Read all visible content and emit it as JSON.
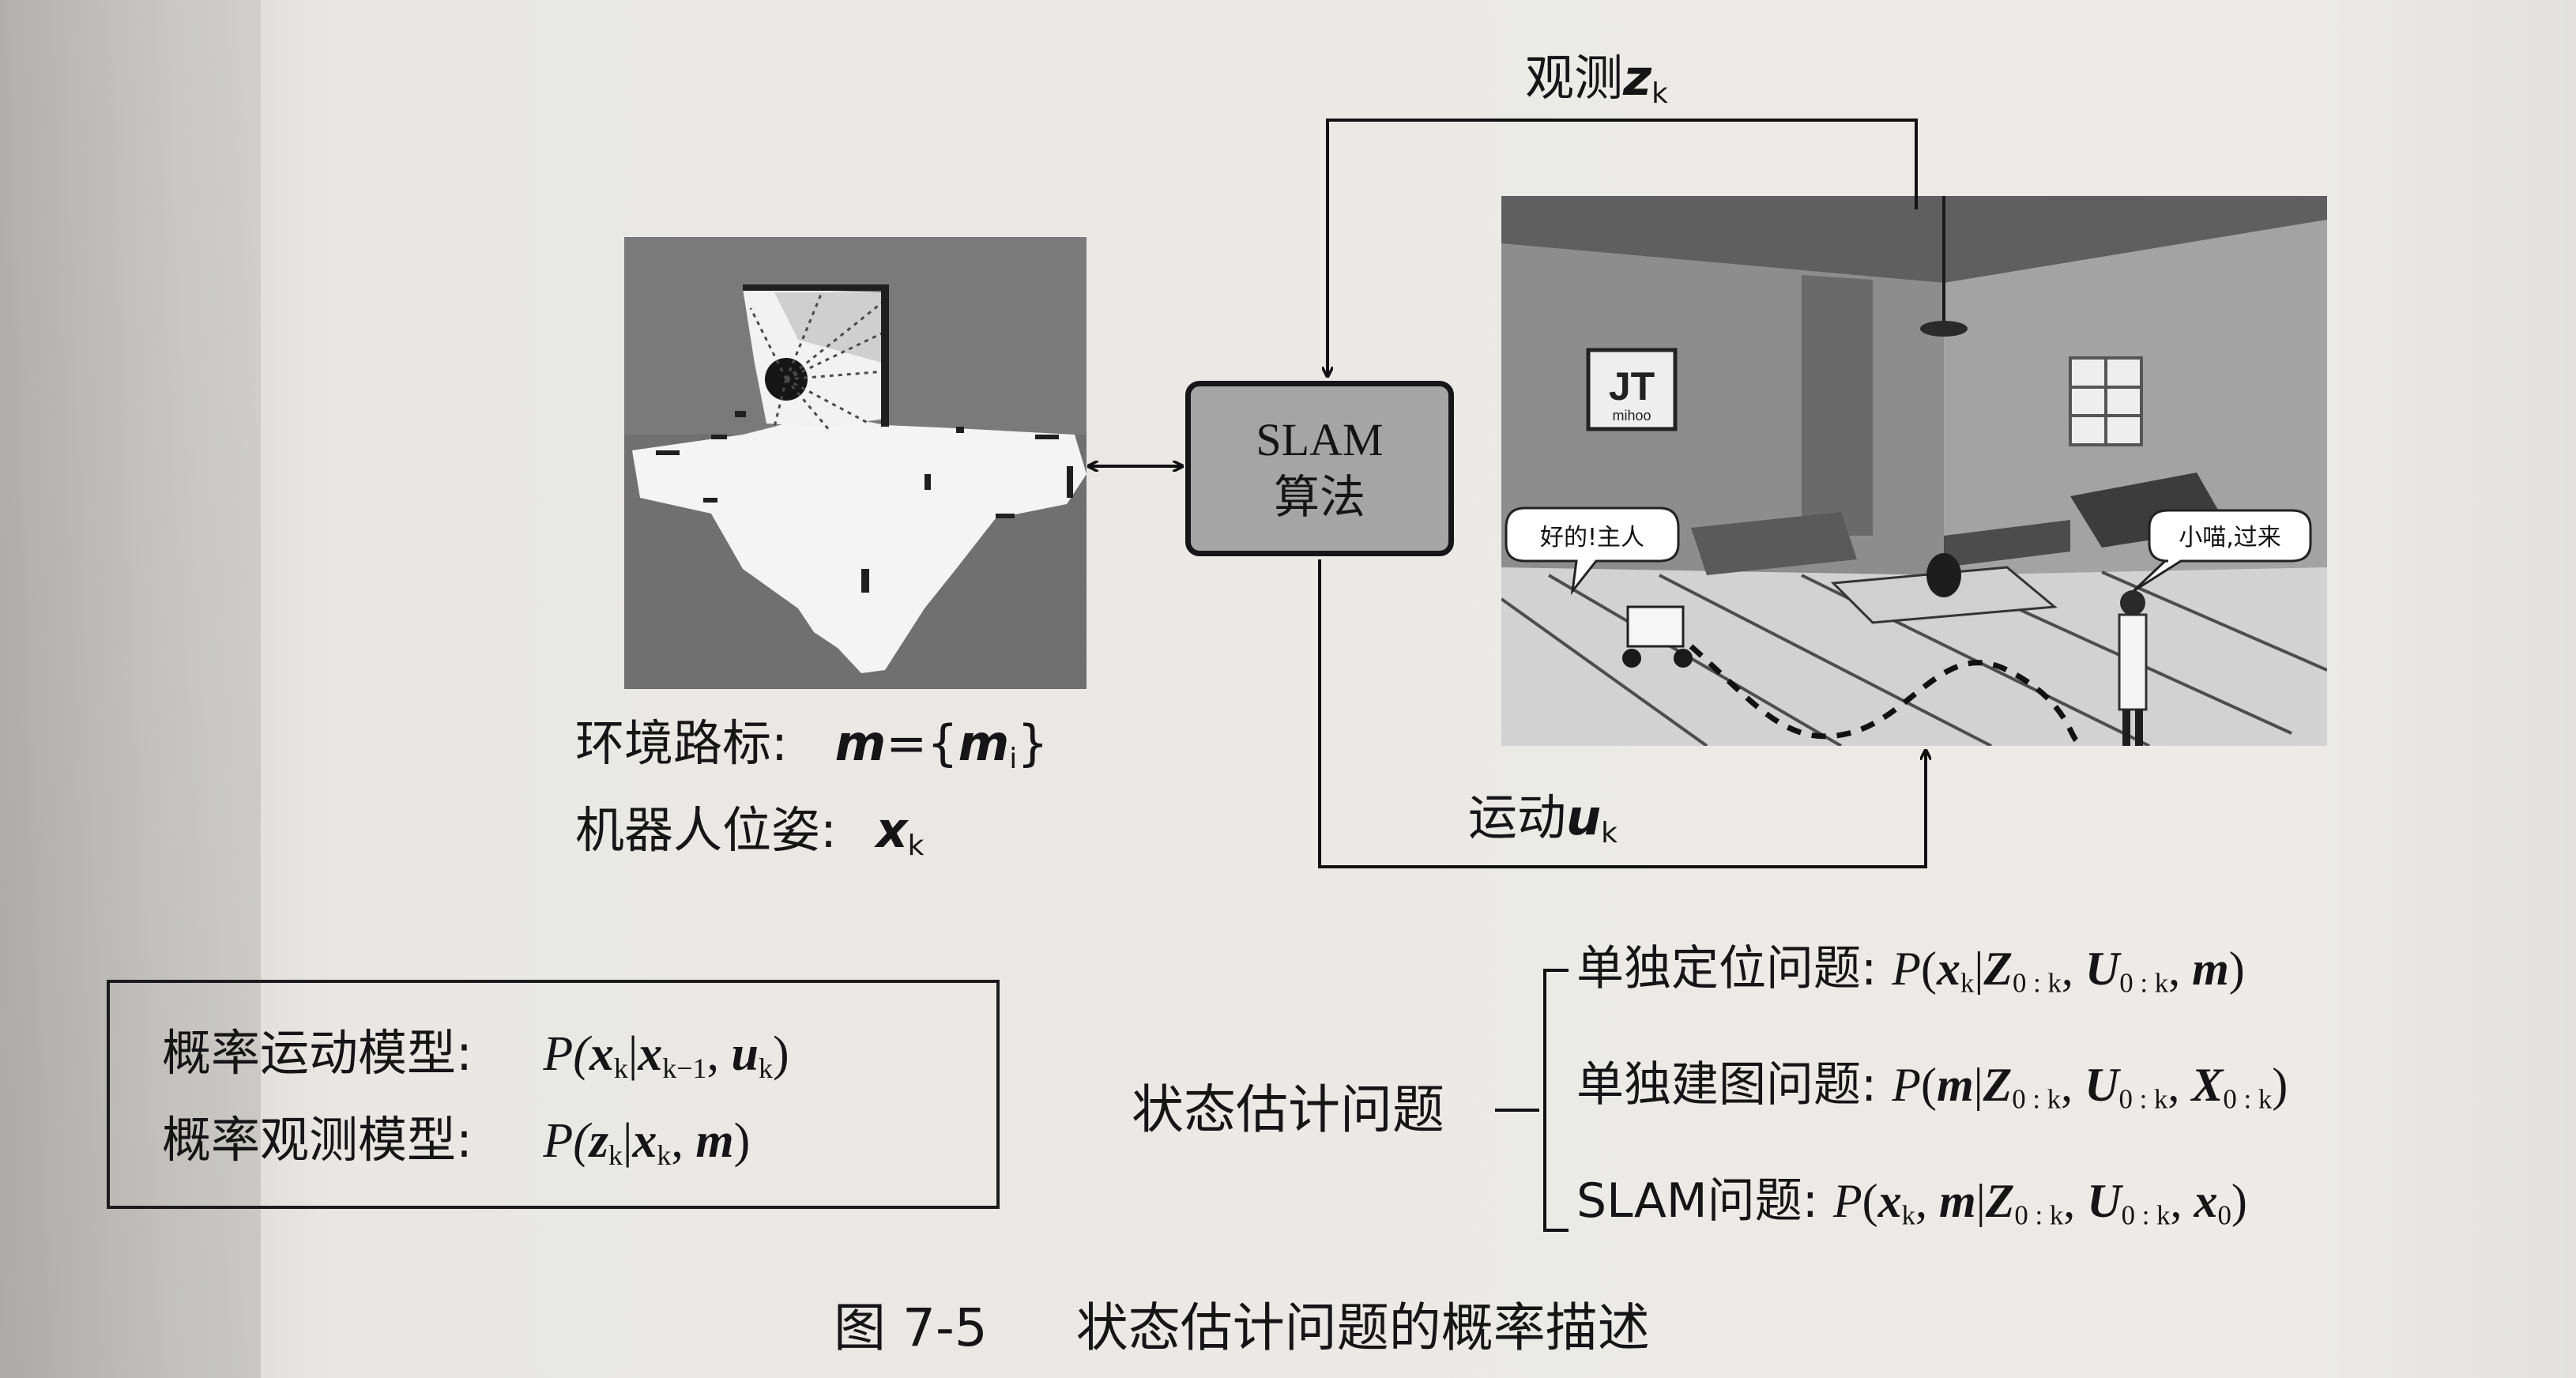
{
  "diagram": {
    "observation_label": "观测",
    "observation_var": "z",
    "observation_sub": "k",
    "motion_label": "运动",
    "motion_var": "u",
    "motion_sub": "k",
    "slam_box": {
      "line1": "SLAM",
      "line2": "算法"
    },
    "map_caption": {
      "landmark_label": "环境路标:",
      "landmark_lhs": "m",
      "landmark_eq": "={",
      "landmark_var": "m",
      "landmark_sub": "i",
      "landmark_close": "}",
      "pose_label": "机器人位姿:",
      "pose_var": "x",
      "pose_sub": "k"
    },
    "scene": {
      "bubble_robot": "好的!主人",
      "bubble_person": "小喵,过来",
      "sign_text": "JT",
      "sign_sub": "mihoo"
    }
  },
  "models": {
    "motion_label": "概率运动模型:",
    "motion_formula": {
      "p": "P(",
      "x": "x",
      "k": "k",
      "bar": "|",
      "x2": "x",
      "k2": "k−1",
      "comma": ",",
      "u": "u",
      "k3": "k",
      "close": ")"
    },
    "observation_label": "概率观测模型:",
    "observation_formula": {
      "p": "P(",
      "z": "z",
      "k": "k",
      "bar": "|",
      "x": "x",
      "k2": "k",
      "comma": ",",
      "m": "m",
      "close": ")"
    }
  },
  "problems": {
    "root": "状态估计问题",
    "items": [
      {
        "label": "单独定位问题:",
        "formula": "P(x_k|Z_{0:k}, U_{0:k}, m)"
      },
      {
        "label": "单独建图问题:",
        "formula": "P(m|Z_{0:k}, U_{0:k}, X_{0:k})"
      },
      {
        "label": "SLAM问题:",
        "formula": "P(x_k, m|Z_{0:k}, U_{0:k}, x_0)"
      }
    ]
  },
  "figure_caption": {
    "number": "图 7-5",
    "title": "状态估计问题的概率描述"
  }
}
